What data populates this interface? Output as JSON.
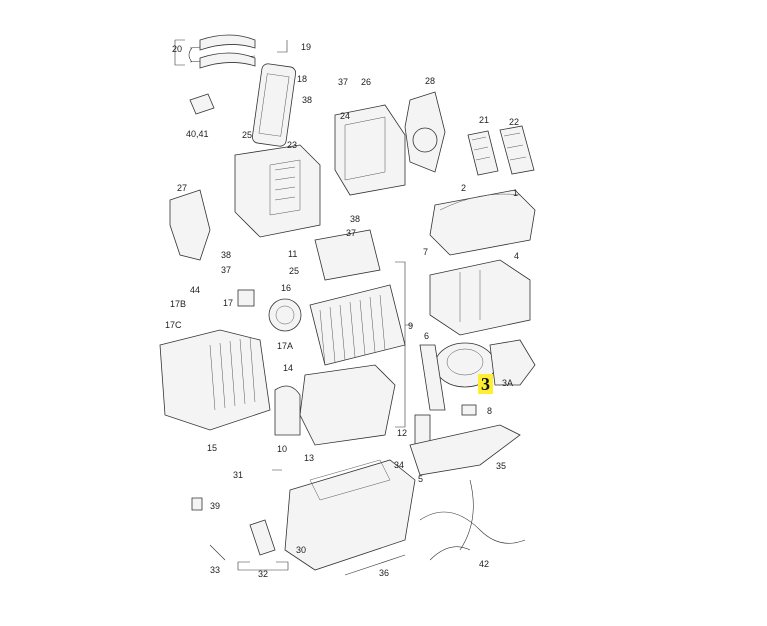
{
  "diagram": {
    "callouts": [
      "20",
      "19",
      "18",
      "37",
      "26",
      "28",
      "38",
      "40,41",
      "25",
      "23",
      "24",
      "21",
      "22",
      "27",
      "2",
      "1",
      "38",
      "37",
      "11",
      "7",
      "4",
      "38",
      "37",
      "25",
      "44",
      "16",
      "17B",
      "17",
      "17C",
      "9",
      "6",
      "17A",
      "14",
      "3A",
      "3",
      "8",
      "15",
      "10",
      "13",
      "12",
      "31",
      "34",
      "35",
      "39",
      "30",
      "33",
      "32",
      "36",
      "5",
      "42"
    ],
    "highlighted_part": "3",
    "highlight_color": "#ffee33"
  }
}
